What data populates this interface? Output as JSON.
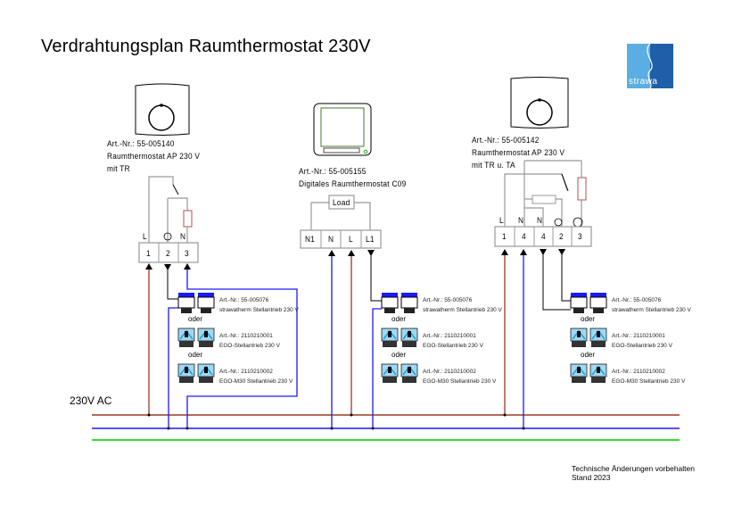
{
  "title": "Verdrahtungsplan Raumthermostat 230V",
  "logo": {
    "text": "strawa",
    "colors": {
      "dark": "#1f5faa",
      "light": "#5aaee3"
    }
  },
  "supply_label": "230V AC",
  "thermostats": [
    {
      "art_nr": "Art.-Nr.: 55-005140",
      "name": "Raumthermostat AP 230 V",
      "variant": "mit TR",
      "terminals": [
        "1",
        "2",
        "3"
      ],
      "terminal_labels": [
        "L",
        "sun-icon",
        "N"
      ]
    },
    {
      "art_nr": "Art.-Nr.: 55-005155",
      "name": "Digitales Raumthermostat C09",
      "load_label": "Load",
      "terminals": [
        "N1",
        "N",
        "L",
        "L1"
      ]
    },
    {
      "art_nr": "Art.-Nr.: 55-005142",
      "name": "Raumthermostat AP 230 V",
      "variant": "mit TR u. TA",
      "terminals": [
        "1",
        "4",
        "4",
        "2",
        "3"
      ],
      "terminal_labels": [
        "L",
        "N",
        "N",
        "sun-icon",
        "clock-icon"
      ]
    }
  ],
  "actuator_groups": [
    {
      "items": [
        {
          "art_nr": "Art.-Nr.: 55-005076",
          "name": "strawatherm Stellantrieb 230 V"
        },
        {
          "art_nr": "Art.-Nr.: 2110210001",
          "name": "EGO-Stellantrieb 230 V"
        },
        {
          "art_nr": "Art.-Nr.: 2110210002",
          "name": "EGO-M30 Stellantrieb 230 V"
        }
      ],
      "separator": "oder"
    },
    {
      "items": [
        {
          "art_nr": "Art.-Nr.: 55-005076",
          "name": "strawatherm Stellantrieb 230 V"
        },
        {
          "art_nr": "Art.-Nr.: 2110210001",
          "name": "EGO-Stellantrieb 230 V"
        },
        {
          "art_nr": "Art.-Nr.: 2110210002",
          "name": "EGO-M30 Stellantrieb 230 V"
        }
      ],
      "separator": "oder"
    },
    {
      "items": [
        {
          "art_nr": "Art.-Nr.: 55-005076",
          "name": "strawatherm Stellantrieb 230 V"
        },
        {
          "art_nr": "Art.-Nr.: 2110210001",
          "name": "EGO-Stellantrieb 230 V"
        },
        {
          "art_nr": "Art.-Nr.: 2110210002",
          "name": "EGO-M30 Stellantrieb 230 V"
        }
      ],
      "separator": "oder"
    }
  ],
  "wire_colors": {
    "phase": "#9b3a22",
    "neutral": "#1a1aff",
    "earth": "#33dd33",
    "internal": "#aaaaaa",
    "resistor": "#b05050"
  },
  "footer": {
    "line1": "Technische Änderungen vorbehalten",
    "line2": "Stand 2023"
  }
}
